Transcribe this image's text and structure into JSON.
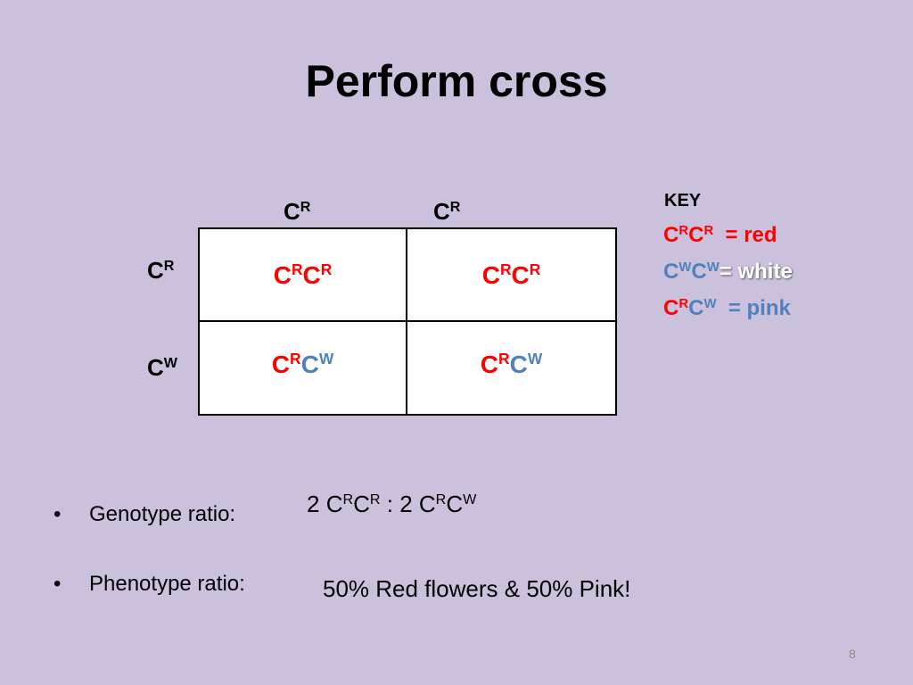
{
  "title": "Perform cross",
  "allele_letter": "C",
  "superscript_R": "R",
  "superscript_W": "W",
  "top_alleles": [
    "C",
    "C"
  ],
  "side_alleles": [
    "C",
    "C"
  ],
  "key": {
    "heading": "KEY",
    "red_label": "= red",
    "white_label": "= white",
    "pink_label": "= pink"
  },
  "bullets": {
    "genotype_label": "Genotype ratio:",
    "genotype_value_prefix": "2 ",
    "genotype_separator": " : 2 ",
    "phenotype_label": "Phenotype ratio:",
    "phenotype_value": "50% Red flowers & 50% Pink!"
  },
  "bullet_symbol": "•",
  "slide_number": "8",
  "colors": {
    "background": "#ccc1dd",
    "dominant_red": "#ff0000",
    "recessive_blue": "#4f81bd"
  }
}
